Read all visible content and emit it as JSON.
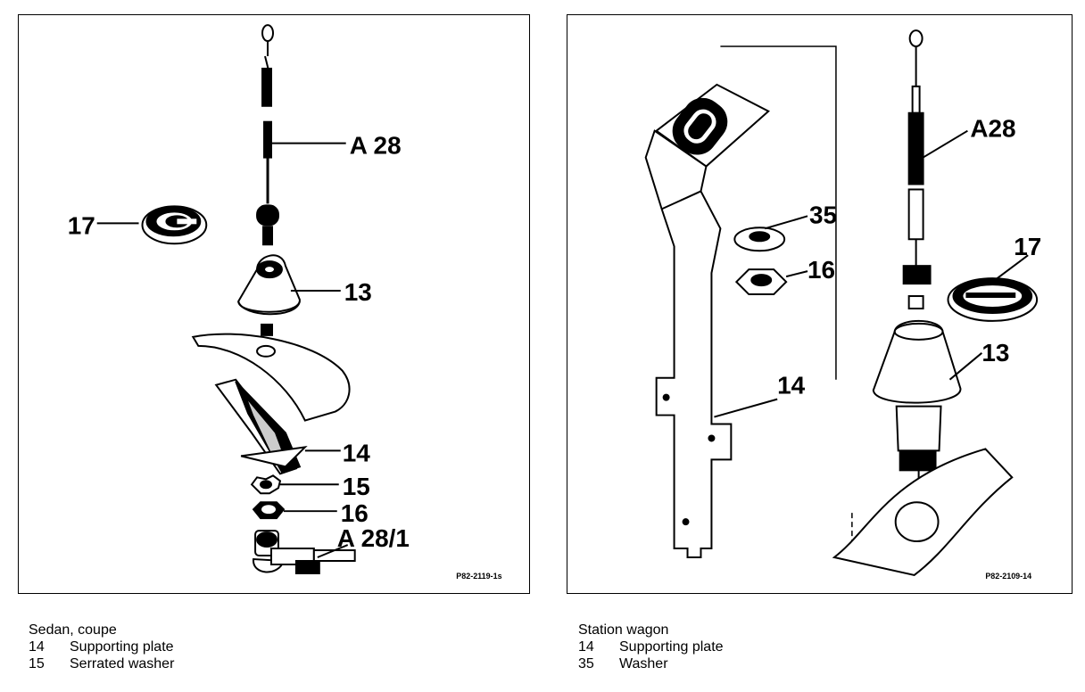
{
  "left_panel": {
    "callouts": [
      "A 28",
      "17",
      "13",
      "14",
      "15",
      "16",
      "A 28/1"
    ],
    "figure_ref": "P82-2119-1s"
  },
  "right_panel": {
    "callouts": [
      "A28",
      "35",
      "16",
      "17",
      "13",
      "14"
    ],
    "figure_ref": "P82-2109-14"
  },
  "legend_left": {
    "title": "Sedan, coupe",
    "items": [
      {
        "num": "14",
        "label": "Supporting plate"
      },
      {
        "num": "15",
        "label": "Serrated washer"
      }
    ]
  },
  "legend_right": {
    "title": "Station wagon",
    "items": [
      {
        "num": "14",
        "label": "Supporting plate"
      },
      {
        "num": "35",
        "label": "Washer"
      }
    ]
  }
}
